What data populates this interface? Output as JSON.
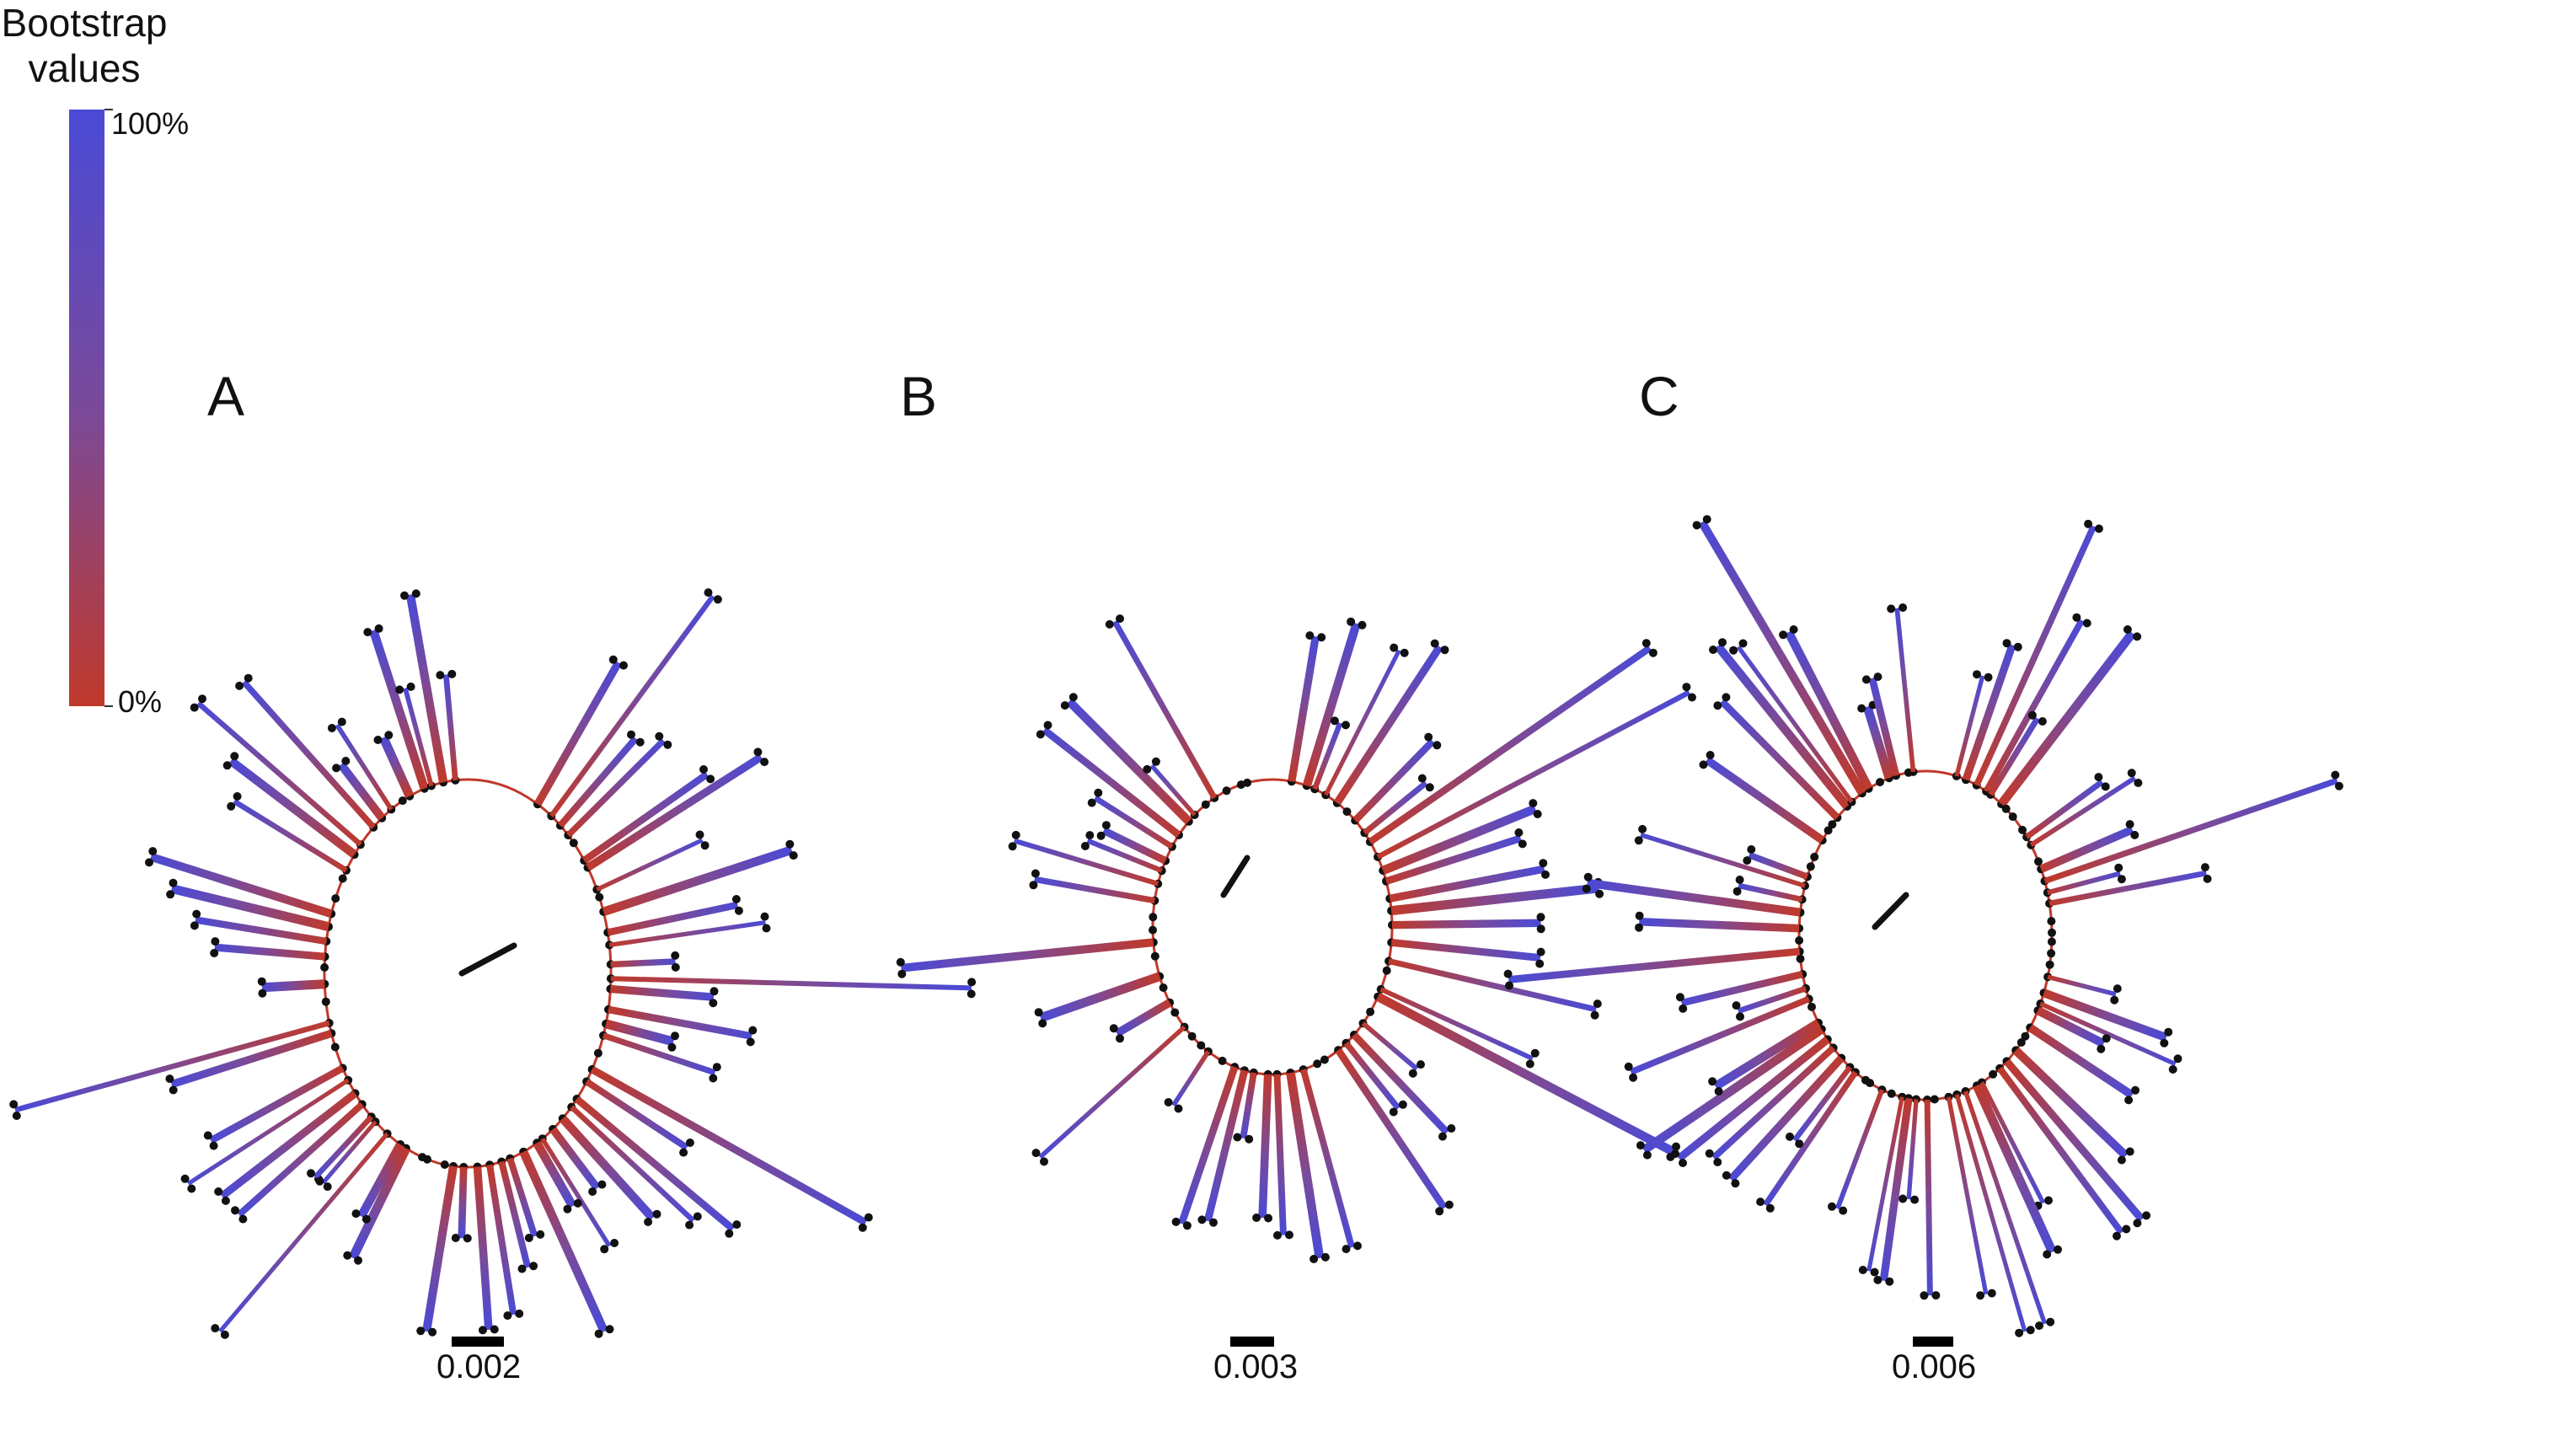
{
  "legend": {
    "title_line1": "Bootstrap",
    "title_line2": "values",
    "max_label": "100%",
    "min_label": "0%",
    "colors": {
      "high": "#4a4ad6",
      "mid": "#7a4a9a",
      "low": "#c0392b"
    }
  },
  "panels": [
    {
      "id": "A",
      "letter": "A",
      "scale_label": "0.002",
      "tips": 70,
      "seed": 11
    },
    {
      "id": "B",
      "letter": "B",
      "scale_label": "0.003",
      "tips": 60,
      "seed": 23
    },
    {
      "id": "C",
      "letter": "C",
      "scale_label": "0.006",
      "tips": 80,
      "seed": 37
    }
  ],
  "node_color": "#111111",
  "stem_color": "#111111"
}
